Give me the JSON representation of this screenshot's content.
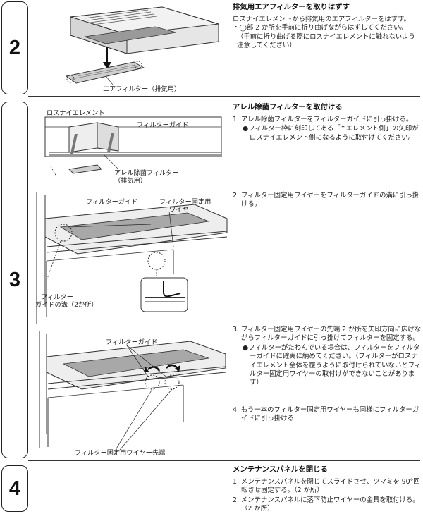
{
  "steps": [
    {
      "number": "2"
    },
    {
      "number": "3"
    },
    {
      "number": "4"
    }
  ],
  "step2": {
    "title": "排気用エアフィルターを取りはずす",
    "body": "ロスナイエレメントから排気用のエアフィルターをはずす。",
    "note1": "・◯部 2 か所を手前に折り曲げながらはずしてください。",
    "note2": "（手前に折り曲げる際にロスナイエレメントに触れないよう注意してください）",
    "caption": "エアフィルター（排気用）"
  },
  "step3": {
    "title": "アレル除菌フィルターを取付ける",
    "item1": "1. アレル除菌フィルターをフィルターガイドに引っ掛ける。",
    "item1_note": "●フィルター枠に刻印してある「↑エレメント側」の矢印がロスナイエレメント側になるように取付けてください。",
    "item2": "2. フィルター固定用ワイヤーをフィルターガイドの溝に引っ掛ける。",
    "item3": "3. フィルター固定用ワイヤーの先端 2 か所を矢印方向に広げながらフィルターガイドに引っ掛けてフィルターを固定する。",
    "item3_note": "●フィルターがたわんでいる場合は、フィルターをフィルターガイドに確実に納めてください。（フィルターがロスナイエレメント全体を覆うように取付けられていないとフィルター固定用ワイヤーの取付けができないことがあります）",
    "item4": "4. もう一本のフィルター固定用ワイヤーも同様にフィルターガイドに引っ掛ける",
    "labels": {
      "element": "ロスナイエレメント",
      "guide": "フィルターガイド",
      "allergy_filter": "アレル除菌フィルター",
      "exhaust": "（排気用）",
      "guide2": "フィルターガイド",
      "wire": "フィルター固定用",
      "wire2": "ワイヤー",
      "groove1": "フィルター",
      "groove2": "ガイドの溝（2か所）",
      "guide3": "フィルターガイド",
      "wire_tip": "フィルター固定用ワイヤー先端"
    }
  },
  "step4": {
    "title": "メンテナンスパネルを閉じる",
    "item1": "1. メンテナンスパネルを閉じてスライドさせ、ツマミを 90°回転させ固定する。（2 か所）",
    "item2": "2. メンテナンスパネルに落下防止ワイヤーの金具を取付ける。（2 か所）"
  }
}
